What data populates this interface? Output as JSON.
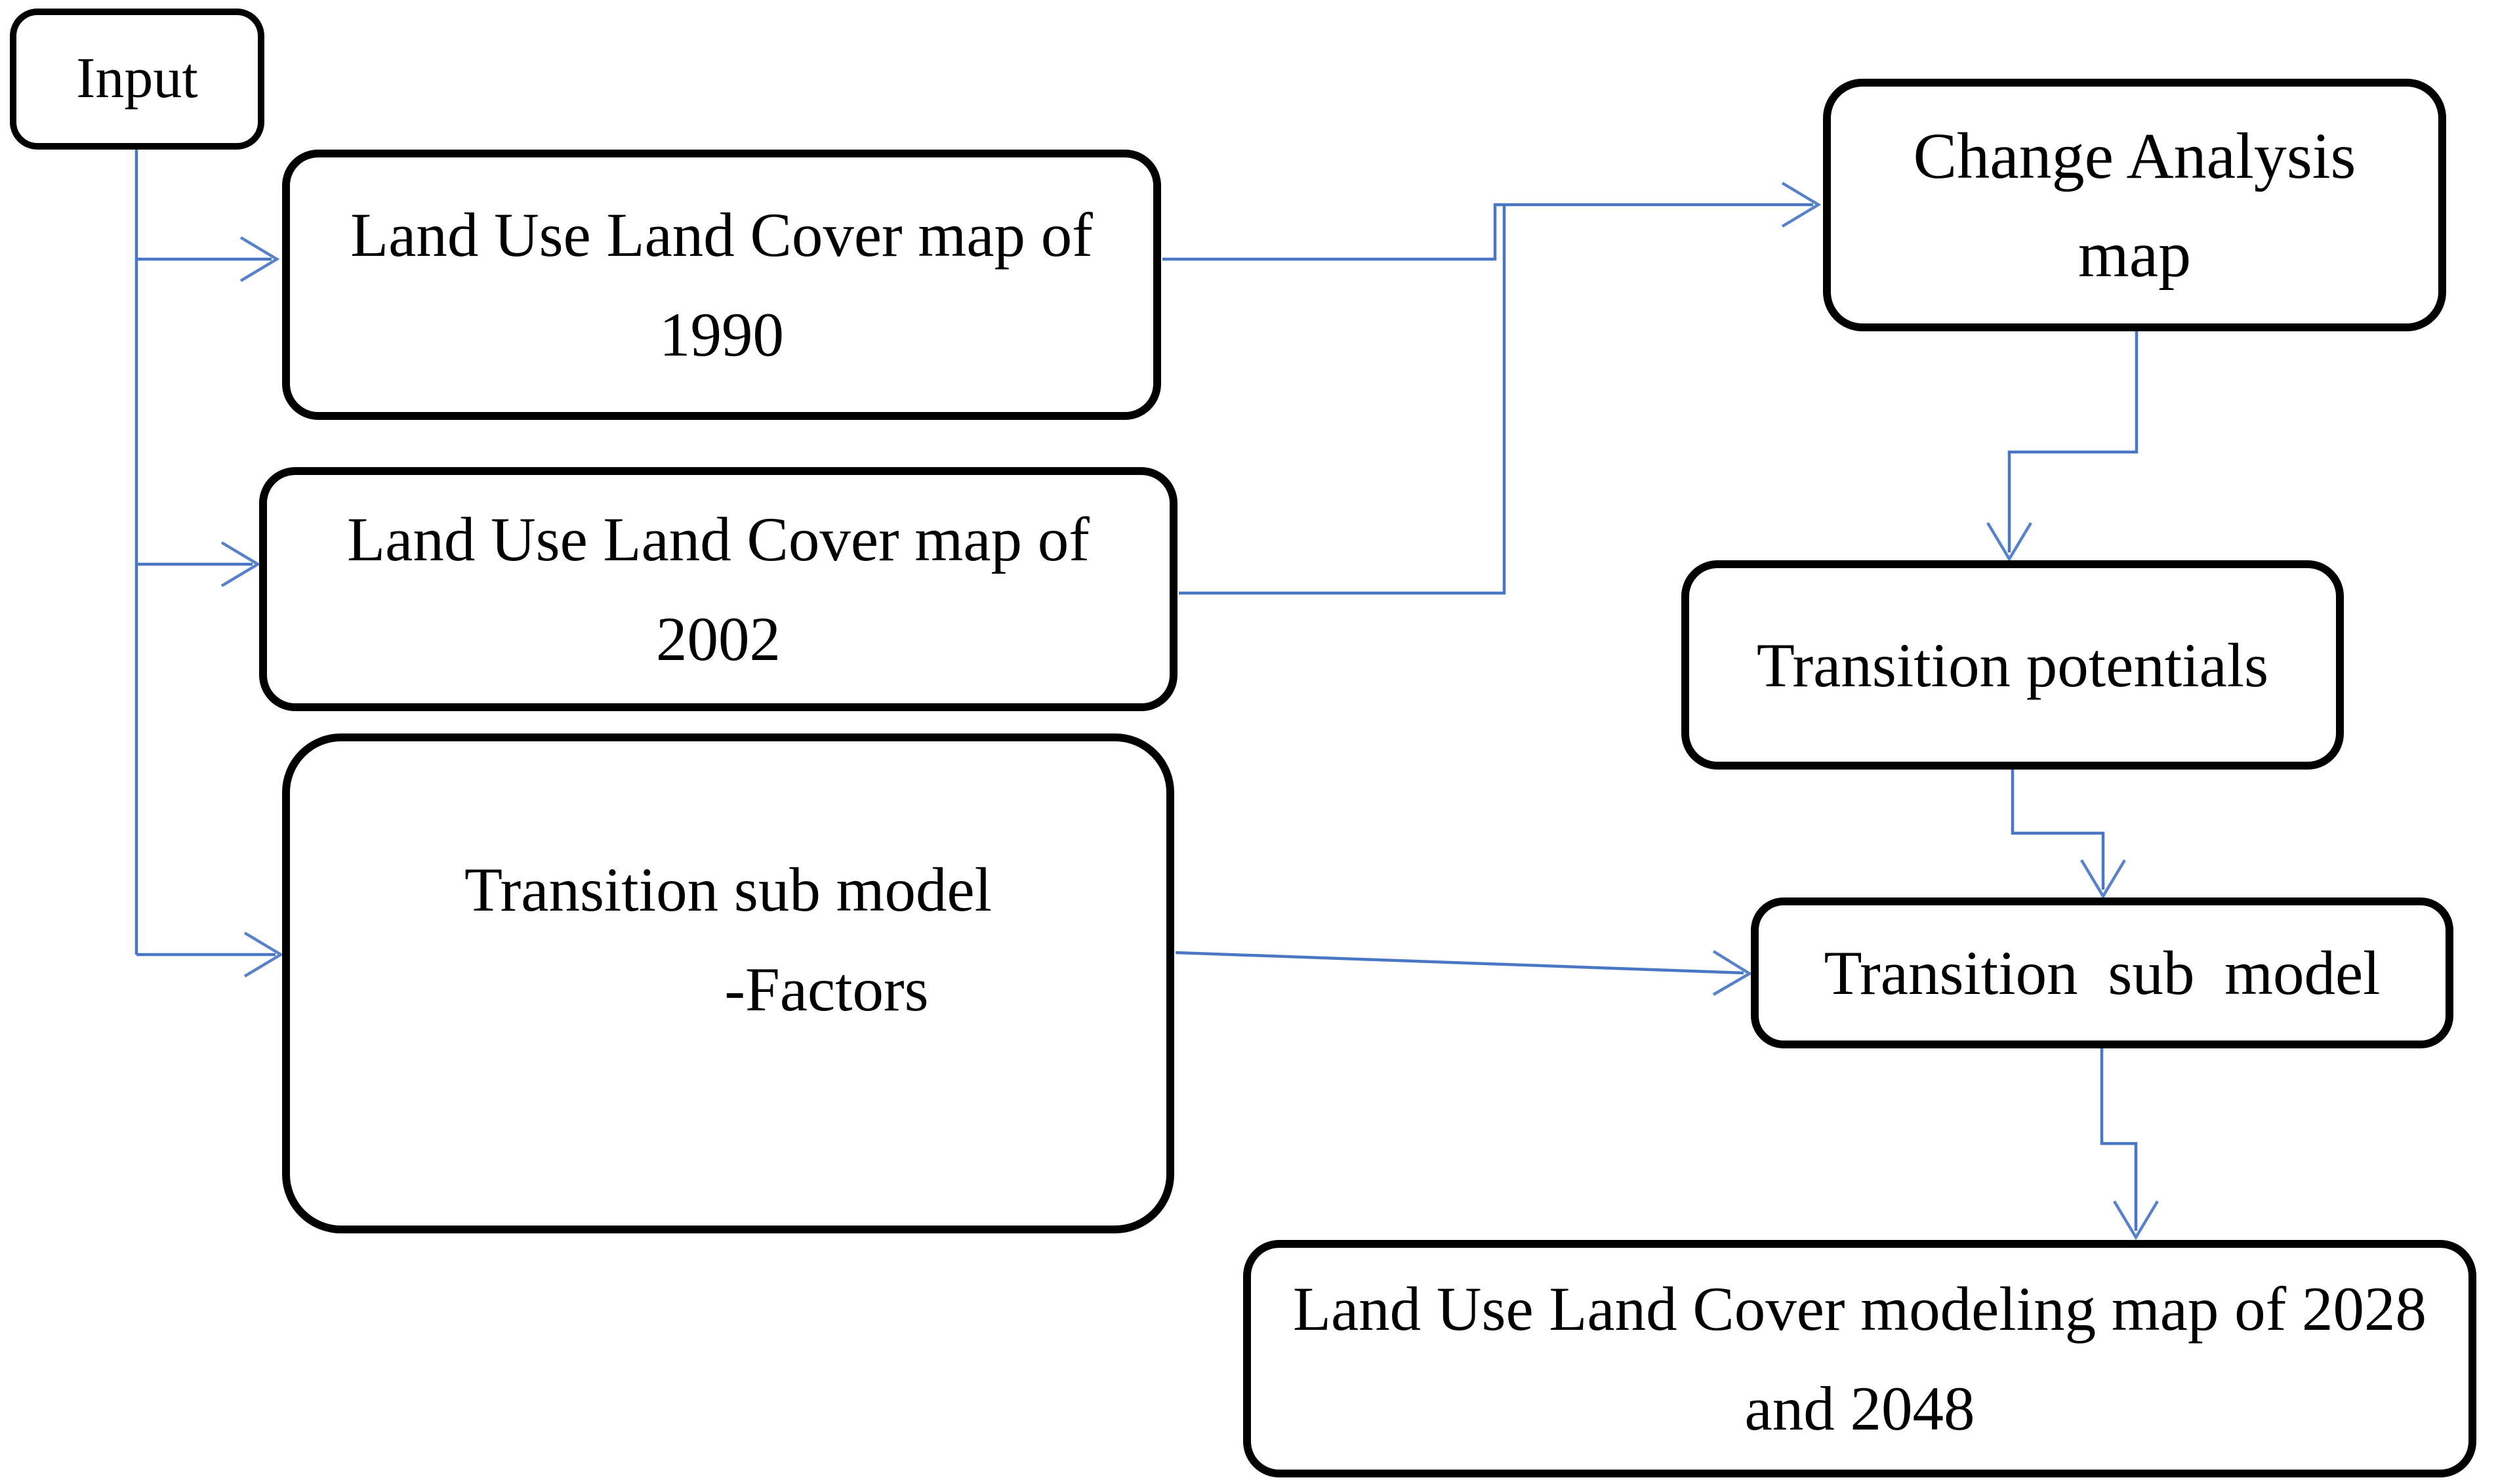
{
  "figure": {
    "kind": "flowchart",
    "description": "Land Use Land Cover change modeling workflow"
  },
  "colors": {
    "background": "#ffffff",
    "box_fill": "#ffffff",
    "box_border": "#000000",
    "text": "#000000",
    "connector": "#4a77c4"
  },
  "nodes": {
    "input": {
      "label": "Input"
    },
    "lulc_1990": {
      "line1": "Land Use Land Cover map of",
      "line2": "1990"
    },
    "lulc_2002": {
      "line1": "Land Use Land Cover map of",
      "line2": "2002"
    },
    "transition_factors": {
      "line1": "Transition sub model",
      "line2": "-Factors"
    },
    "change_analysis": {
      "line1": "Change Analysis",
      "line2": "map"
    },
    "transition_potentials": {
      "label": "Transition potentials"
    },
    "transition_sub_model": {
      "label": "Transition sub model"
    },
    "lulc_modeling": {
      "line1": "Land Use Land Cover modeling map of 2028",
      "line2": "and 2048"
    }
  },
  "edges": [
    {
      "from": "input",
      "to": "lulc_1990"
    },
    {
      "from": "input",
      "to": "lulc_2002"
    },
    {
      "from": "input",
      "to": "transition_factors"
    },
    {
      "from": "lulc_1990",
      "to": "change_analysis"
    },
    {
      "from": "lulc_2002",
      "to": "change_analysis"
    },
    {
      "from": "change_analysis",
      "to": "transition_potentials"
    },
    {
      "from": "transition_potentials",
      "to": "transition_sub_model"
    },
    {
      "from": "transition_factors",
      "to": "transition_sub_model"
    },
    {
      "from": "transition_sub_model",
      "to": "lulc_modeling"
    }
  ]
}
